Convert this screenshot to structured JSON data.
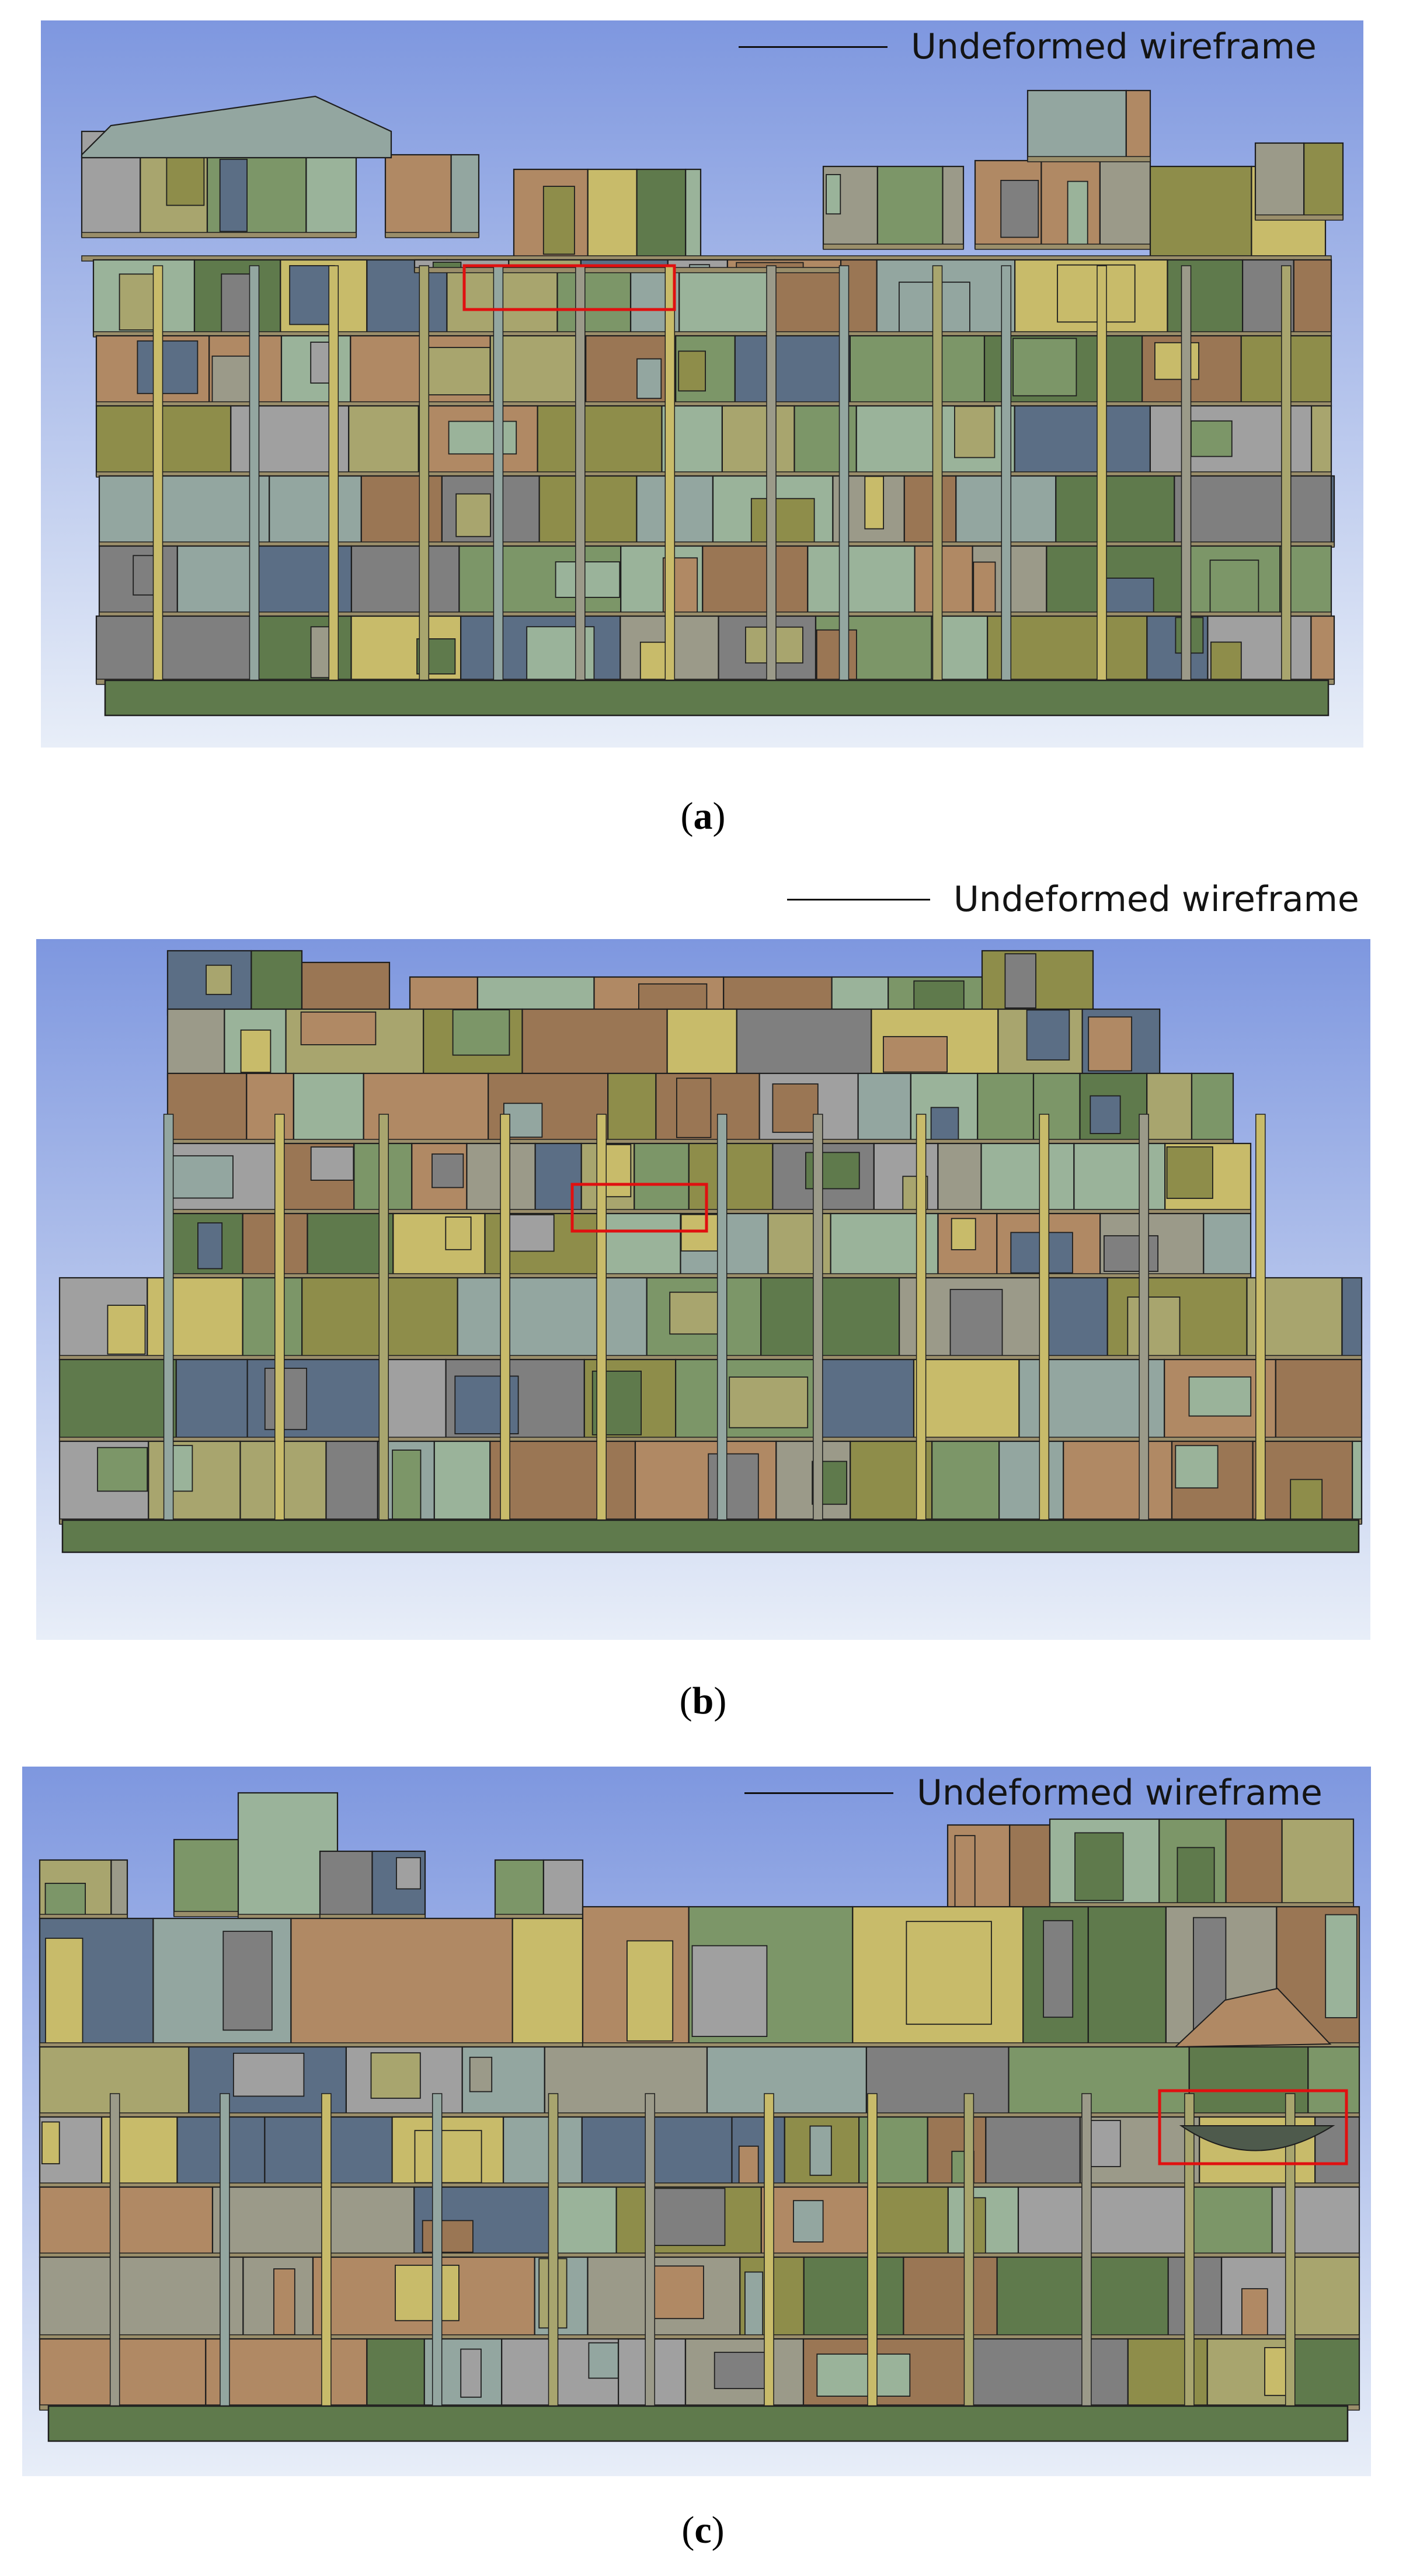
{
  "legend": {
    "label": "Undeformed wireframe",
    "line_color": "#111111"
  },
  "colors": {
    "sky_top": "#7E97DF",
    "sky_bottom": "#E8EEF8",
    "ground": "#5F7A4C",
    "highlight_box": "#E01010",
    "wire": "#1E1E1E",
    "palette": [
      "#9A7654",
      "#B08964",
      "#5F7A4C",
      "#7C9668",
      "#9AB39A",
      "#A0A0A0",
      "#7F7F7F",
      "#5B6E85",
      "#8E8D4A",
      "#A8A56E",
      "#C8BB6A",
      "#93A6A0",
      "#9B9A89"
    ]
  },
  "panels": [
    {
      "id": "a",
      "caption": "a",
      "view": "facade-elevation-1",
      "highlight": "red-box-upper-left"
    },
    {
      "id": "b",
      "caption": "b",
      "view": "facade-elevation-2",
      "highlight": "red-box-center"
    },
    {
      "id": "c",
      "caption": "c",
      "view": "facade-elevation-3",
      "highlight": "red-box-right"
    }
  ],
  "captions": {
    "open": "(",
    "close": ")"
  }
}
